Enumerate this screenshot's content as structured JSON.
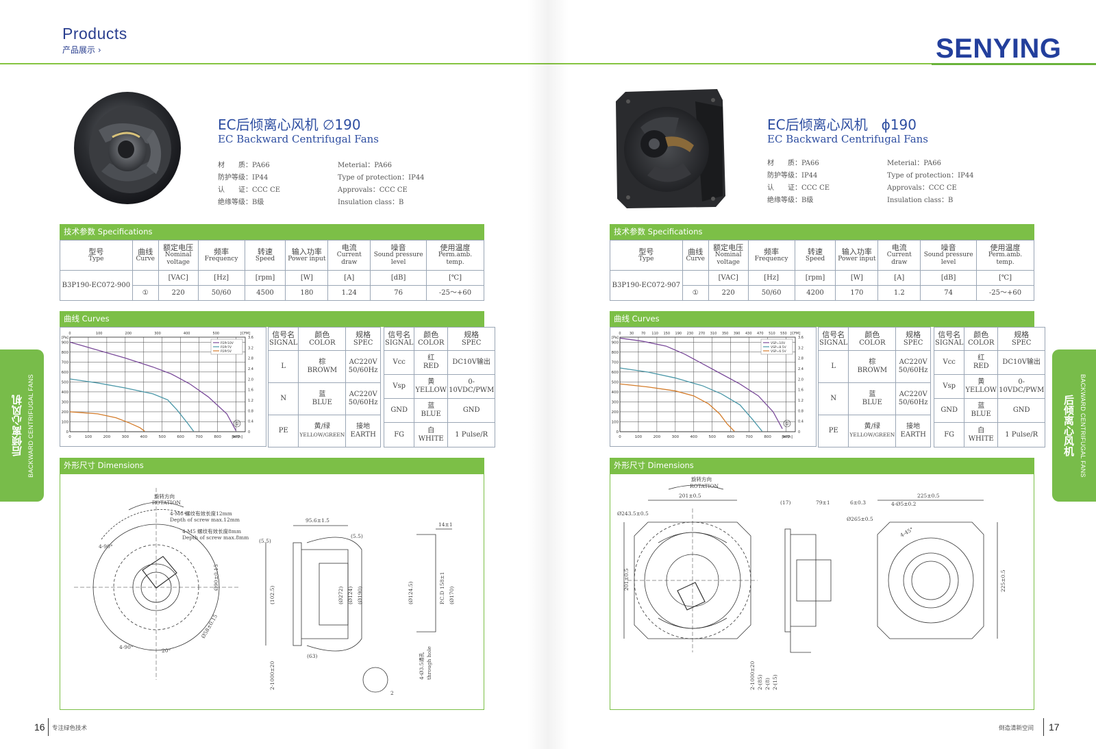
{
  "header": {
    "title": "Products",
    "subtitle": "产品展示 ›",
    "brand": "SENYING"
  },
  "side_tab": {
    "cn": "后倾离心风机",
    "en": "BACKWARD CENTRIFUGAL FANS"
  },
  "footer": {
    "left_page": "16",
    "left_text": "专注绿色技术",
    "right_page": "17",
    "right_text": "倒造清新空间"
  },
  "colors": {
    "accent_green": "#7cbf47",
    "brand_blue": "#233f9c",
    "series": [
      "#7a4b9a",
      "#4a97a8",
      "#d47c2a"
    ]
  },
  "products": [
    {
      "title": "EC后倾离心风机 ∅190",
      "subtitle": "EC Backward Centrifugal Fans",
      "props": [
        [
          "材　　质：PA66",
          "Meterial：PA66"
        ],
        [
          "防护等级：IP44",
          "Type of protection：IP44"
        ],
        [
          "认　　证：CCC CE",
          "Approvals：CCC CE"
        ],
        [
          "绝缘等级：B级",
          "Insulation class：B"
        ]
      ],
      "spec_title": "技术参数 Specifications",
      "spec_headers": [
        [
          "型号",
          "Type"
        ],
        [
          "曲线",
          "Curve"
        ],
        [
          "额定电压",
          "Nominal",
          "voltage"
        ],
        [
          "频率",
          "Frequency"
        ],
        [
          "转速",
          "Speed"
        ],
        [
          "输入功率",
          "Power input"
        ],
        [
          "电流",
          "Current draw"
        ],
        [
          "噪音",
          "Sound pressure",
          "level"
        ],
        [
          "使用温度",
          "Perm.amb.",
          "temp."
        ]
      ],
      "units": [
        "[VAC]",
        "[Hz]",
        "[rpm]",
        "[W]",
        "[A]",
        "[dB]",
        "[℃]"
      ],
      "model": "B3P190-EC072-900",
      "values": [
        "①",
        "220",
        "50/60",
        "4500",
        "180",
        "1.24",
        "76",
        "-25～+60"
      ],
      "curves_title": "曲线 Curves",
      "dims_title": "外形尺寸 Dimensions",
      "dims_labels": [
        "旋转方向",
        "ROTATION",
        "4-M6 螺纹有效长度12mm",
        "Depth of screw max.12mm",
        "4-M5 螺纹有效长度8mm",
        "Depth of screw max.8mm",
        "4-90°",
        "4-90°",
        "20°",
        "Ø90±0.15",
        "Ø58±0.15",
        "95.6±1.5",
        "(5.5)",
        "(5.5)",
        "(102.5)",
        "(Ø272)",
        "(Ø124)",
        "(Ø190)",
        "(63)",
        "2-1000±20",
        "2",
        "14±1",
        "(Ø124.5)",
        "P.C.D 158±1",
        "(Ø170)",
        "4-Ø3.5通孔",
        "through hole"
      ],
      "signals": {
        "head": [
          [
            "信号名",
            "SIGNAL"
          ],
          [
            "颜色",
            "COLOR"
          ],
          [
            "规格",
            "SPEC"
          ]
        ],
        "power": [
          [
            "L",
            "棕",
            "BROWM",
            "AC220V",
            "50/60Hz"
          ],
          [
            "N",
            "蓝",
            "BLUE",
            "AC220V",
            "50/60Hz"
          ],
          [
            "PE",
            "黄/绿",
            "YELLOW/GREEN",
            "接地",
            "EARTH"
          ]
        ],
        "control": [
          [
            "Vcc",
            "红",
            "RED",
            "DC10V输出"
          ],
          [
            "Vsp",
            "黄",
            "YELLOW",
            "0-10VDC/PWM"
          ],
          [
            "GND",
            "蓝",
            "BLUE",
            "GND"
          ],
          [
            "FG",
            "白",
            "WHITE",
            "1 Pulse/R"
          ]
        ]
      }
    },
    {
      "title": "EC后倾离心风机　ϕ190",
      "subtitle": "EC Backward Centrifugal Fans",
      "props": [
        [
          "材　　质：PA66",
          "Meterial：PA66"
        ],
        [
          "防护等级：IP44",
          "Type of protection：IP44"
        ],
        [
          "认　　证：CCC CE",
          "Approvals：CCC CE"
        ],
        [
          "绝缘等级：B级",
          "Insulation class：B"
        ]
      ],
      "spec_title": "技术参数 Specifications",
      "spec_headers": [
        [
          "型号",
          "Type"
        ],
        [
          "曲线",
          "Curve"
        ],
        [
          "额定电压",
          "Nominal",
          "voltage"
        ],
        [
          "频率",
          "Frequency"
        ],
        [
          "转速",
          "Speed"
        ],
        [
          "输入功率",
          "Power input"
        ],
        [
          "电流",
          "Current draw"
        ],
        [
          "噪音",
          "Sound pressure",
          "level"
        ],
        [
          "使用温度",
          "Perm.amb.",
          "temp."
        ]
      ],
      "units": [
        "[VAC]",
        "[Hz]",
        "[rpm]",
        "[W]",
        "[A]",
        "[dB]",
        "[℃]"
      ],
      "model": "B3P190-EC072-907",
      "values": [
        "①",
        "220",
        "50/60",
        "4200",
        "170",
        "1.2",
        "74",
        "-25～+60"
      ],
      "curves_title": "曲线 Curves",
      "dims_title": "外形尺寸 Dimensions",
      "dims_labels": [
        "旋转方向",
        "ROTATION",
        "201±0.5",
        "Ø243.5±0.5",
        "201±0.5",
        "(17)",
        "79±1",
        "6±0.3",
        "Ø265±0.5",
        "225±0.5",
        "4-Ø5±0.2",
        "4-45°",
        "225±0.5",
        "2-1000±20",
        "2-(85)",
        "2-(8)",
        "2-(15)"
      ],
      "signals": {
        "head": [
          [
            "信号名",
            "SIGNAL"
          ],
          [
            "颜色",
            "COLOR"
          ],
          [
            "规格",
            "SPEC"
          ]
        ],
        "power": [
          [
            "L",
            "棕",
            "BROWM",
            "AC220V",
            "50/60Hz"
          ],
          [
            "N",
            "蓝",
            "BLUE",
            "AC220V",
            "50/60Hz"
          ],
          [
            "PE",
            "黄/绿",
            "YELLOW/GREEN",
            "接地",
            "EARTH"
          ]
        ],
        "control": [
          [
            "Vcc",
            "红",
            "RED",
            "DC10V输出"
          ],
          [
            "Vsp",
            "黄",
            "YELLOW",
            "0-10VDC/PWM"
          ],
          [
            "GND",
            "蓝",
            "BLUE",
            "GND"
          ],
          [
            "FG",
            "白",
            "WHITE",
            "1 Pulse/R"
          ]
        ]
      }
    }
  ],
  "chart_data": [
    {
      "type": "line",
      "xlabel": "[m³/h]",
      "ylabel": "[Pa]",
      "x_ticks": [
        0,
        100,
        200,
        300,
        400,
        500,
        600,
        700,
        800,
        900
      ],
      "top_ticks": [
        "0",
        "100",
        "200",
        "300",
        "400",
        "500",
        "[CFM]"
      ],
      "y_ticks": [
        0,
        100,
        200,
        300,
        400,
        500,
        600,
        700,
        800,
        900
      ],
      "right_ticks": [
        "0",
        "0.4",
        "0.8",
        "1.2",
        "1.6",
        "2.0",
        "2.4",
        "2.8",
        "3.2",
        "3.6"
      ],
      "xlim": [
        0,
        950
      ],
      "ylim": [
        0,
        950
      ],
      "curve_label": "①",
      "series": [
        {
          "name": "P2Pr10V",
          "x": [
            0,
            150,
            300,
            450,
            550,
            650,
            750,
            850,
            900
          ],
          "y": [
            900,
            820,
            740,
            650,
            580,
            480,
            350,
            180,
            10
          ]
        },
        {
          "name": "P2Pr7V",
          "x": [
            0,
            150,
            300,
            450,
            530,
            580,
            640,
            670
          ],
          "y": [
            530,
            490,
            440,
            380,
            320,
            220,
            80,
            5
          ]
        },
        {
          "name": "P2Pr5V",
          "x": [
            0,
            150,
            250,
            320,
            380,
            405
          ],
          "y": [
            200,
            180,
            140,
            90,
            40,
            5
          ]
        }
      ]
    },
    {
      "type": "line",
      "xlabel": "[m³/h]",
      "ylabel": "[Pa]",
      "x_ticks": [
        0,
        100,
        200,
        300,
        400,
        500,
        600,
        700,
        800,
        900
      ],
      "top_ticks": [
        "0",
        "30",
        "70",
        "110",
        "150",
        "190",
        "230",
        "270",
        "310",
        "350",
        "390",
        "430",
        "470",
        "510",
        "550",
        "[CFM]"
      ],
      "y_ticks": [
        0,
        100,
        200,
        300,
        400,
        500,
        600,
        700,
        800,
        900
      ],
      "right_ticks": [
        "0",
        "0.4",
        "0.8",
        "1.2",
        "1.6",
        "2.0",
        "2.4",
        "2.8",
        "3.2",
        "3.6"
      ],
      "xlim": [
        0,
        950
      ],
      "ylim": [
        0,
        950
      ],
      "curve_label": "①",
      "series": [
        {
          "name": "VSP=10V",
          "x": [
            0,
            120,
            250,
            350,
            450,
            550,
            650,
            750,
            830,
            880
          ],
          "y": [
            940,
            910,
            860,
            780,
            680,
            580,
            480,
            360,
            200,
            30
          ]
        },
        {
          "name": "VSP=8.5V",
          "x": [
            0,
            150,
            300,
            450,
            550,
            650,
            720,
            770
          ],
          "y": [
            640,
            600,
            540,
            460,
            380,
            270,
            120,
            5
          ]
        },
        {
          "name": "VSP=6.5V",
          "x": [
            0,
            150,
            300,
            400,
            480,
            540,
            580,
            620
          ],
          "y": [
            480,
            450,
            410,
            360,
            280,
            180,
            80,
            5
          ]
        }
      ]
    }
  ]
}
